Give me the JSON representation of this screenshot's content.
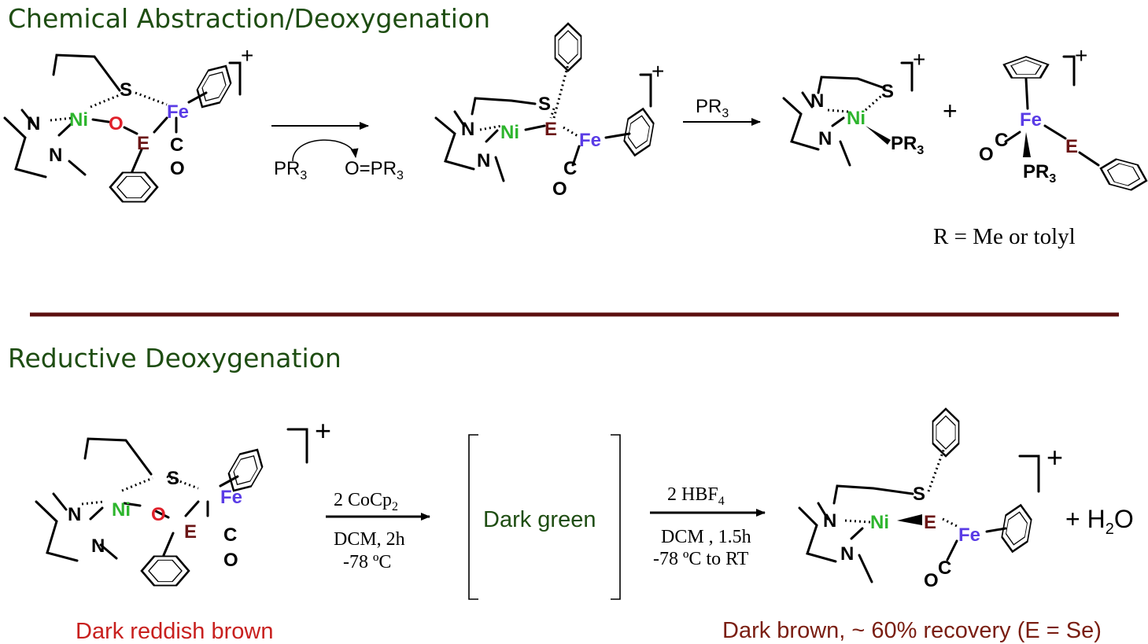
{
  "colors": {
    "title_green": "#1e4d12",
    "divider": "#5c0f0f",
    "ni": "#2db52d",
    "fe": "#5a3ce6",
    "o": "#e0202a",
    "e": "#6b1515",
    "caption_red": "#c8201e",
    "caption_brown": "#7a1e12",
    "dark_green_label": "#1e4d12"
  },
  "section1": {
    "title": "Chemical Abstraction/Deoxygenation",
    "reagent_pr3_a": "PR",
    "reagent_pr3_a_sub": "3",
    "byproduct": "O=PR",
    "byproduct_sub": "3",
    "reagent_pr3_b": "PR",
    "reagent_pr3_b_sub": "3",
    "plus": "+",
    "r_note": "R = Me or tolyl"
  },
  "section2": {
    "title": "Reductive Deoxygenation",
    "step1_reagent": "2 CoCp",
    "step1_reagent_sub": "2",
    "step1_cond1": "DCM, 2h",
    "step1_cond2": "-78 ºC",
    "intermediate": "Dark green",
    "step2_reagent": "2 HBF",
    "step2_reagent_sub": "4",
    "step2_cond1": "DCM , 1.5h",
    "step2_cond2": "-78 ºC to RT",
    "byproduct": "+ H",
    "byproduct_sub": "2",
    "byproduct_tail": "O",
    "caption_start": "Dark reddish brown",
    "caption_product": "Dark brown, ~ 60% recovery (E = Se)"
  },
  "atoms": {
    "ni": "Ni",
    "fe": "Fe",
    "n": "N",
    "s": "S",
    "o": "O",
    "e": "E",
    "c": "C",
    "p": "P",
    "p_r": "R",
    "p_sub": "3",
    "charge": "+"
  }
}
